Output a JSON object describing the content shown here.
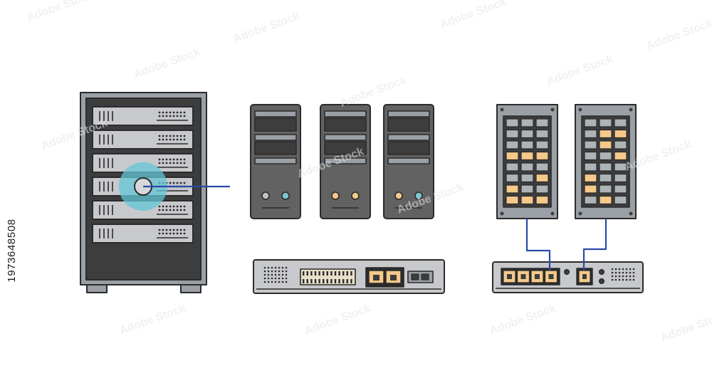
{
  "stock_id_text": "1973648508",
  "watermark_text": "Adobe Stock",
  "colors": {
    "outline": "#2b2b2b",
    "panel_grey": "#9aa0a6",
    "light_grey": "#c7c9cc",
    "dark_fill": "#3d3d3d",
    "tower_body": "#626262",
    "orange": "#f5c98a",
    "cyan": "#7fc6cf",
    "blue_cable": "#2a4aa8",
    "highlight": "#63c5d6"
  },
  "devices": {
    "rack_cabinet": {
      "icon": "server-rack-icon",
      "units": 6,
      "highlighted_unit": 4
    },
    "tower_servers": [
      {
        "icon": "tower-server-icon",
        "led_left": "#bfc2c5",
        "led_right": "#7fc6cf"
      },
      {
        "icon": "tower-server-icon",
        "led_left": "#f5c98a",
        "led_right": "#f5c98a"
      },
      {
        "icon": "tower-server-icon",
        "led_left": "#f5c98a",
        "led_right": "#7fc6cf"
      }
    ],
    "network_switch": {
      "icon": "network-switch-icon",
      "rj45_ports": 2,
      "sfp_ports": 2
    },
    "patch_panels": [
      {
        "icon": "patch-panel-icon",
        "lit_slots": [
          [
            3,
            0
          ],
          [
            3,
            1
          ],
          [
            3,
            2
          ],
          [
            5,
            2
          ],
          [
            6,
            0
          ],
          [
            7,
            0
          ],
          [
            7,
            1
          ],
          [
            7,
            2
          ]
        ]
      },
      {
        "icon": "patch-panel-icon",
        "lit_slots": [
          [
            1,
            1
          ],
          [
            1,
            2
          ],
          [
            2,
            1
          ],
          [
            3,
            2
          ],
          [
            5,
            0
          ],
          [
            6,
            0
          ],
          [
            7,
            1
          ]
        ]
      }
    ],
    "router": {
      "icon": "router-icon",
      "lan_ports": 4,
      "wan_ports": 1
    }
  }
}
